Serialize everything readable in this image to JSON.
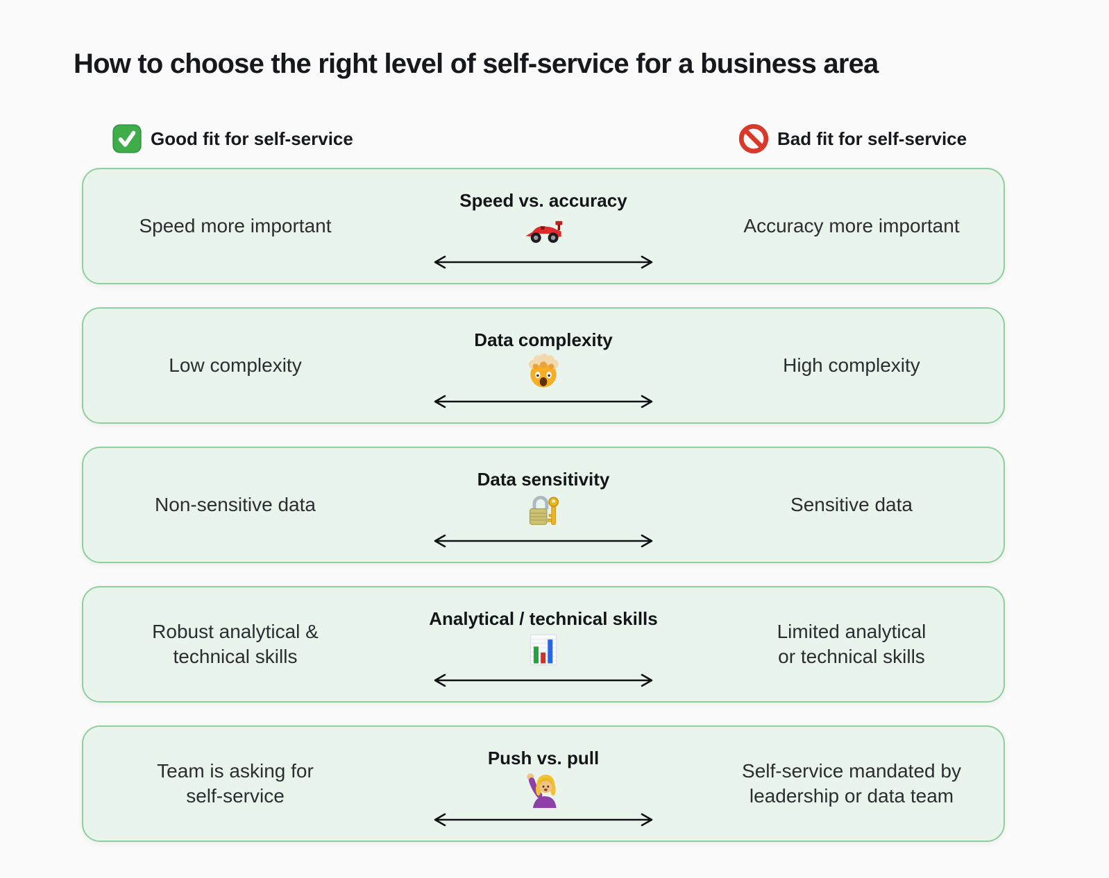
{
  "page": {
    "title": "How to choose the right level of self-service for a business area"
  },
  "legend": {
    "good": {
      "icon": "check-mark-icon",
      "label": "Good fit for self-service"
    },
    "bad": {
      "icon": "prohibited-icon",
      "label": "Bad fit for self-service"
    }
  },
  "colors": {
    "page_bg": "#fafbfa",
    "card_bg": "#e9f4ec",
    "card_border": "#8fcf9d",
    "title_text": "#17181c",
    "body_text": "#2b2d31",
    "arrow": "#101114",
    "good_green": "#3fae4a",
    "bad_red": "#d8392a"
  },
  "rows": [
    {
      "left": "Speed more important",
      "title": "Speed vs. accuracy",
      "icon": "racing-car-icon",
      "right": "Accuracy more important"
    },
    {
      "left": "Low complexity",
      "title": "Data complexity",
      "icon": "exploding-head-icon",
      "right": "High complexity"
    },
    {
      "left": "Non-sensitive data",
      "title": "Data sensitivity",
      "icon": "locked-with-key-icon",
      "right": "Sensitive data"
    },
    {
      "left": "Robust analytical &\ntechnical skills",
      "title": "Analytical / technical skills",
      "icon": "bar-chart-icon",
      "right": "Limited analytical\nor technical skills"
    },
    {
      "left": "Team is asking for\nself-service",
      "title": "Push vs. pull",
      "icon": "woman-raising-hand-icon",
      "right": "Self-service mandated by\nleadership or data team"
    }
  ]
}
